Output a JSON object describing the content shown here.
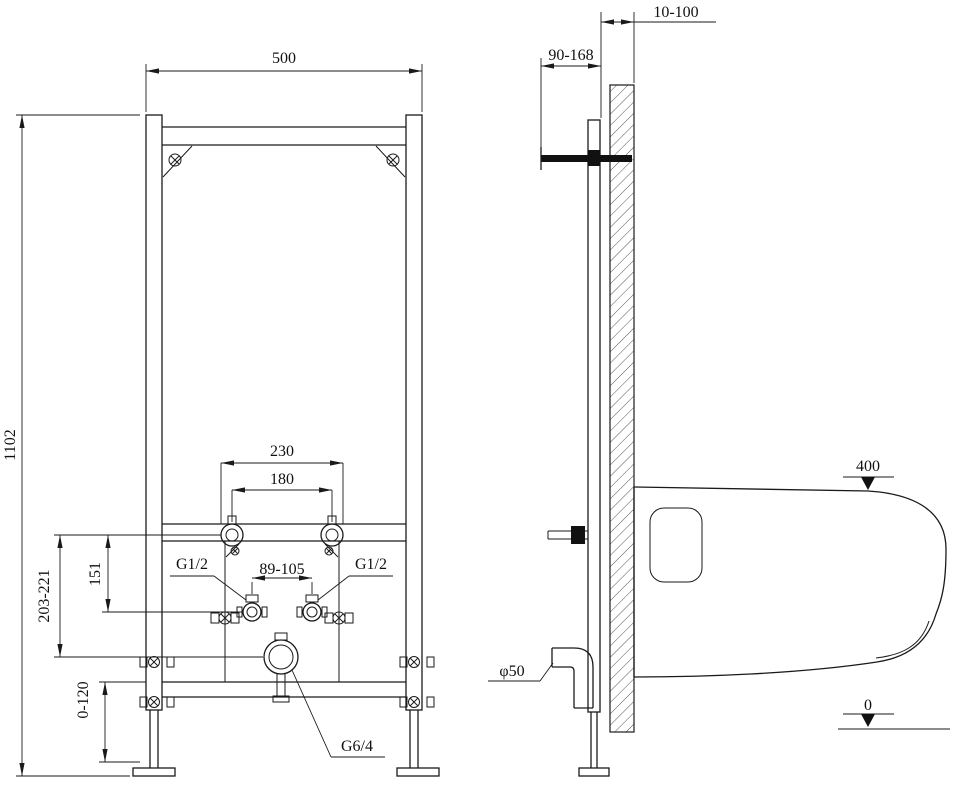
{
  "colors": {
    "line": "#1a1a1a",
    "background": "#ffffff"
  },
  "front": {
    "width": "500",
    "height": "1102",
    "bolt_outer": "230",
    "bolt_inner": "180",
    "water_height": "151",
    "drain_height": "203-221",
    "foot_range": "0-120",
    "water_span": "89-105",
    "water_left": "G1/2",
    "water_right": "G1/2",
    "drain_label": "G6/4"
  },
  "side": {
    "depth": "90-168",
    "wall_gap": "10-100",
    "drain_dia": "φ50",
    "height_top": "400",
    "height_zero": "0"
  }
}
